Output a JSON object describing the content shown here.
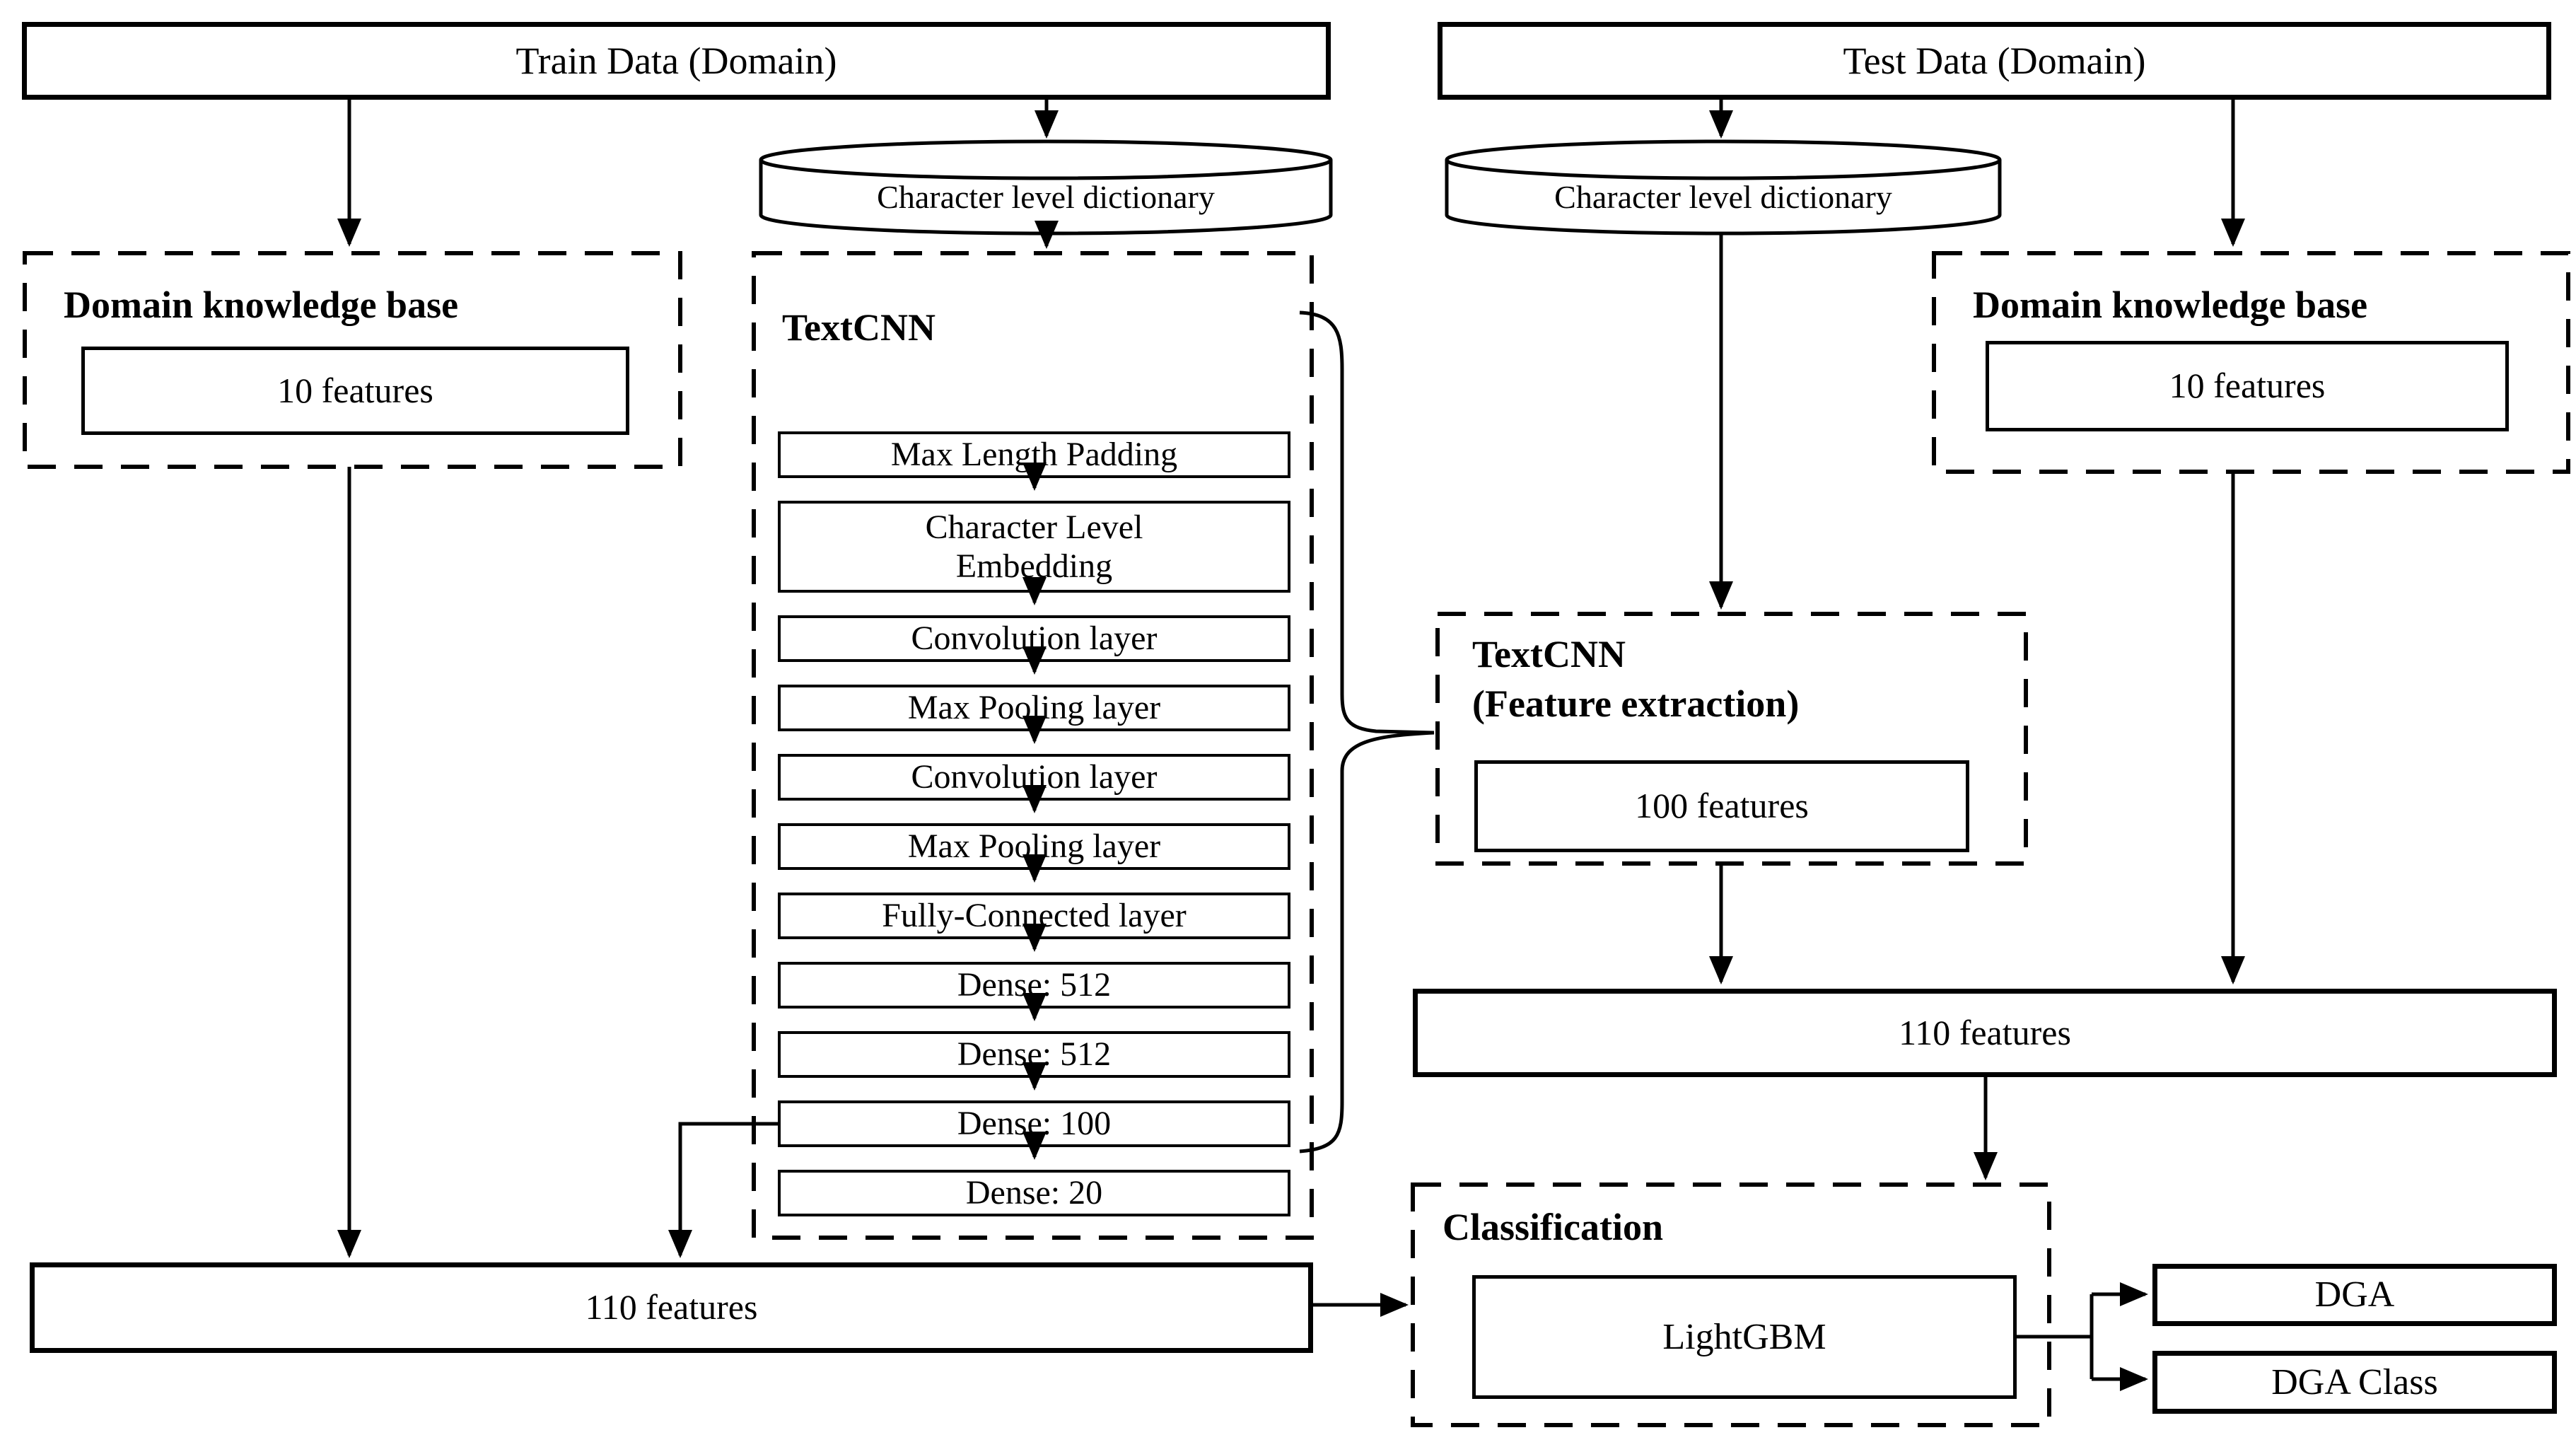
{
  "diagram": {
    "train_data": {
      "label": "Train Data (Domain)"
    },
    "test_data": {
      "label": "Test Data (Domain)"
    },
    "char_dictionary_left": {
      "label": "Character level dictionary"
    },
    "char_dictionary_right": {
      "label": "Character level dictionary"
    },
    "domain_kb_left": {
      "title": "Domain knowledge base",
      "features": "10 features"
    },
    "domain_kb_right": {
      "title": "Domain knowledge base",
      "features": "10 features"
    },
    "textcnn": {
      "title": "TextCNN",
      "layers": [
        "Max Length Padding",
        "Character Level Embedding",
        "Convolution layer",
        "Max Pooling layer",
        "Convolution layer",
        "Max Pooling layer",
        "Fully-Connected layer",
        "Dense: 512",
        "Dense: 512",
        "Dense: 100",
        "Dense: 20"
      ]
    },
    "textcnn_feature_extraction": {
      "title_line1": "TextCNN",
      "title_line2": "(Feature extraction)",
      "features": "100 features"
    },
    "features_combined_test": {
      "label": "110 features"
    },
    "features_combined_train": {
      "label": "110 features"
    },
    "classification": {
      "title": "Classification",
      "model": "LightGBM"
    },
    "output_dga": {
      "label": "DGA"
    },
    "output_dga_class": {
      "label": "DGA Class"
    }
  },
  "colors": {
    "stroke": "#000000",
    "background": "#ffffff"
  }
}
